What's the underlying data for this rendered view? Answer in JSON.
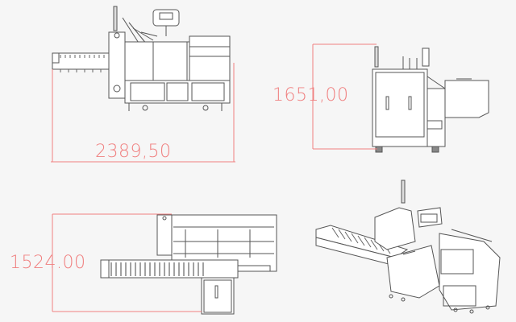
{
  "drawing": {
    "views": [
      {
        "id": "front-elevation",
        "dimension_label": "2389,50",
        "dimension_type": "length"
      },
      {
        "id": "side-elevation",
        "dimension_label": "1651,00",
        "dimension_type": "height"
      },
      {
        "id": "top-plan",
        "dimension_label": "1524.00",
        "dimension_type": "width"
      },
      {
        "id": "isometric",
        "dimension_label": ""
      }
    ],
    "colors": {
      "background": "#f6f6f6",
      "dimension": "#f08080",
      "linework": "#555555"
    }
  }
}
